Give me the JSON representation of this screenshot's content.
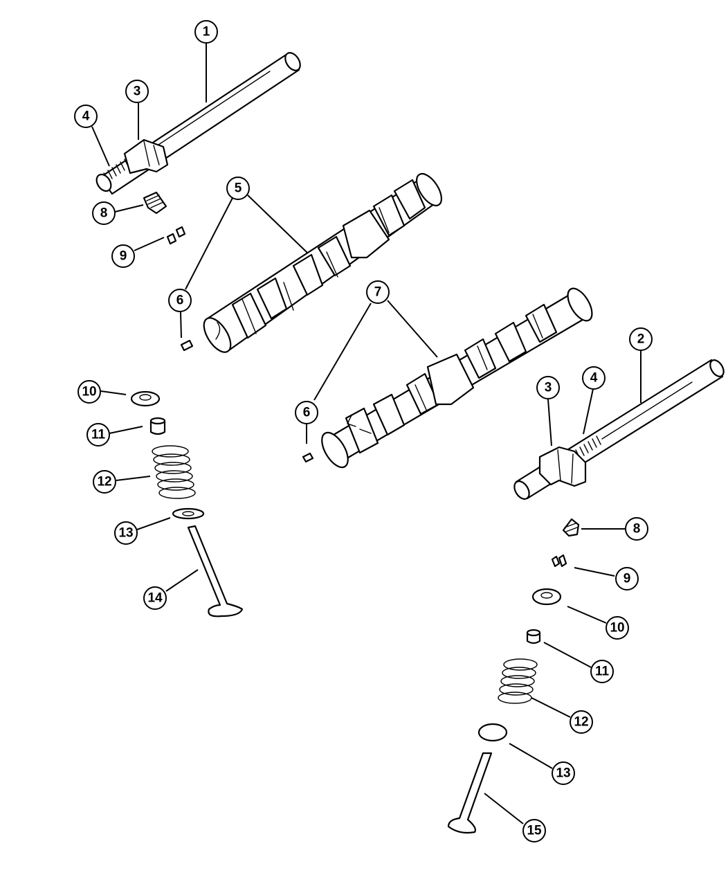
{
  "callouts": [
    {
      "id": "c1",
      "label": "1"
    },
    {
      "id": "c2",
      "label": "2"
    },
    {
      "id": "c3a",
      "label": "3"
    },
    {
      "id": "c3b",
      "label": "3"
    },
    {
      "id": "c4a",
      "label": "4"
    },
    {
      "id": "c4b",
      "label": "4"
    },
    {
      "id": "c5",
      "label": "5"
    },
    {
      "id": "c6a",
      "label": "6"
    },
    {
      "id": "c6b",
      "label": "6"
    },
    {
      "id": "c7",
      "label": "7"
    },
    {
      "id": "c8a",
      "label": "8"
    },
    {
      "id": "c8b",
      "label": "8"
    },
    {
      "id": "c9a",
      "label": "9"
    },
    {
      "id": "c9b",
      "label": "9"
    },
    {
      "id": "c10a",
      "label": "10"
    },
    {
      "id": "c10b",
      "label": "10"
    },
    {
      "id": "c11a",
      "label": "11"
    },
    {
      "id": "c11b",
      "label": "11"
    },
    {
      "id": "c12a",
      "label": "12"
    },
    {
      "id": "c12b",
      "label": "12"
    },
    {
      "id": "c13a",
      "label": "13"
    },
    {
      "id": "c13b",
      "label": "13"
    },
    {
      "id": "c14",
      "label": "14"
    },
    {
      "id": "c15",
      "label": "15"
    }
  ]
}
